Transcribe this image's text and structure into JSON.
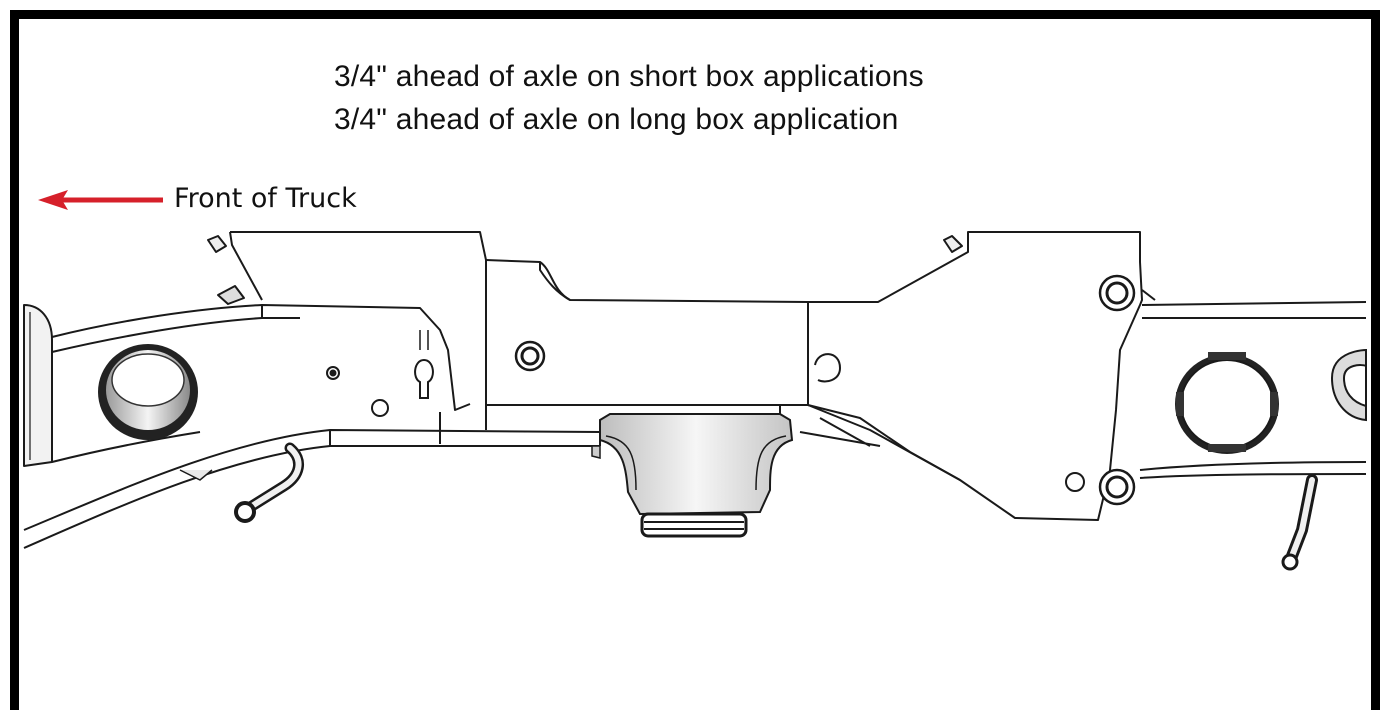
{
  "caption": {
    "line1": "3/4\" ahead of axle on short box applications",
    "line2": "3/4\" ahead of axle on long box application"
  },
  "direction_label": "Front of Truck",
  "colors": {
    "arrow": "#d6202a",
    "line": "#1a1a1a",
    "border": "#000000"
  }
}
